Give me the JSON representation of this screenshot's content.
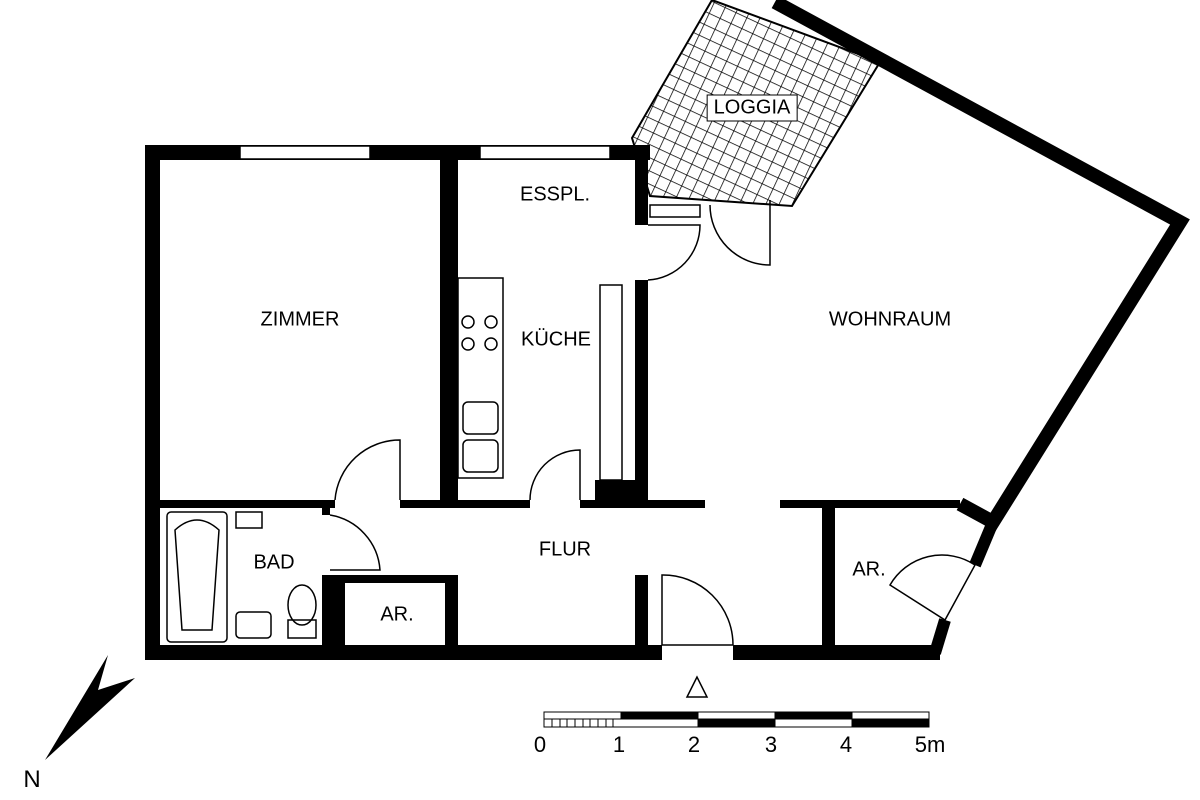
{
  "rooms": {
    "loggia": "LOGGIA",
    "esspl": "ESSPL.",
    "zimmer": "ZIMMER",
    "kueche": "KÜCHE",
    "wohnraum": "WOHNRAUM",
    "bad": "BAD",
    "flur": "FLUR",
    "ar_left": "AR.",
    "ar_right": "AR."
  },
  "scale": {
    "ticks": [
      "0",
      "1",
      "2",
      "3",
      "4",
      "5m"
    ]
  },
  "compass": {
    "label": "N"
  },
  "entrance": {
    "icon": "triangle-entrance-icon"
  }
}
